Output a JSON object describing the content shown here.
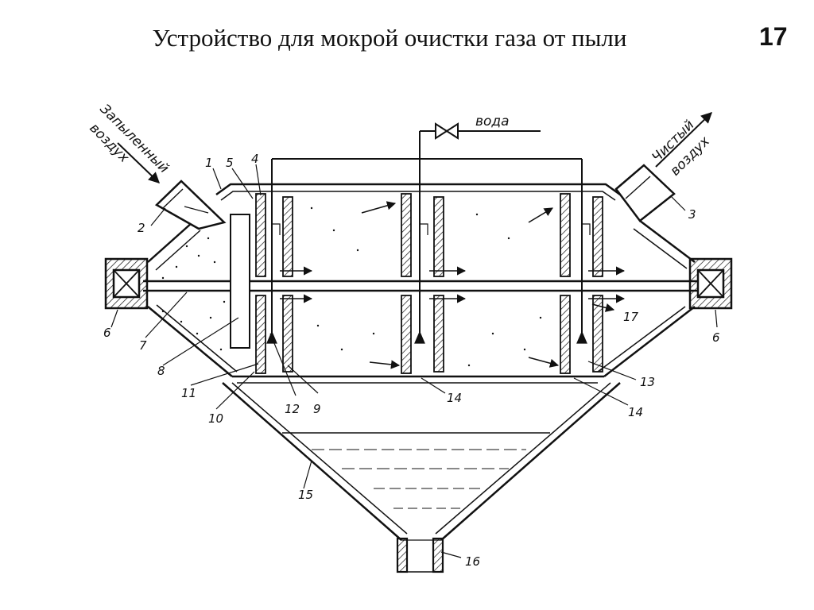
{
  "slide": {
    "title": "Устройство для мокрой очистки газа от пыли",
    "number": "17"
  },
  "diagram": {
    "inlet_label": [
      "Запыленный",
      "воздух"
    ],
    "outlet_label": [
      "Чистый",
      "воздух"
    ],
    "water_label": "вода",
    "part_numbers": [
      "1",
      "2",
      "3",
      "4",
      "5",
      "6",
      "6",
      "7",
      "8",
      "9",
      "10",
      "11",
      "12",
      "13",
      "14",
      "14",
      "15",
      "16",
      "17"
    ]
  }
}
